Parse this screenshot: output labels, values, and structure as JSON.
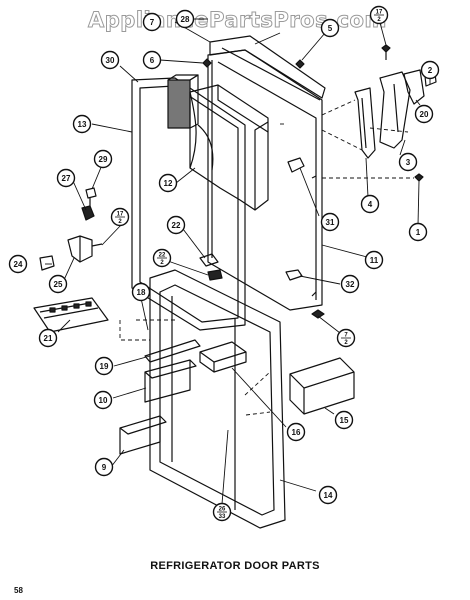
{
  "watermark": "AppliancePartsPros.com",
  "title": "REFRIGERATOR DOOR PARTS",
  "page_number": "58",
  "callouts": [
    {
      "id": "c28",
      "label": "28"
    },
    {
      "id": "c7",
      "label": "7"
    },
    {
      "id": "c5",
      "label": "5"
    },
    {
      "id": "c17a",
      "label": "17 2"
    },
    {
      "id": "c30",
      "label": "30"
    },
    {
      "id": "c6",
      "label": "6"
    },
    {
      "id": "c2",
      "label": "2"
    },
    {
      "id": "c20",
      "label": "20"
    },
    {
      "id": "c13",
      "label": "13"
    },
    {
      "id": "c3",
      "label": "3"
    },
    {
      "id": "c29",
      "label": "29"
    },
    {
      "id": "c27",
      "label": "27"
    },
    {
      "id": "c12",
      "label": "12"
    },
    {
      "id": "c4",
      "label": "4"
    },
    {
      "id": "c17b",
      "label": "17 2"
    },
    {
      "id": "c31",
      "label": "31"
    },
    {
      "id": "c1",
      "label": "1"
    },
    {
      "id": "c22",
      "label": "22"
    },
    {
      "id": "c222",
      "label": "22 2"
    },
    {
      "id": "c24",
      "label": "24"
    },
    {
      "id": "c11",
      "label": "11"
    },
    {
      "id": "c25",
      "label": "25"
    },
    {
      "id": "c32",
      "label": "32"
    },
    {
      "id": "c18",
      "label": "18"
    },
    {
      "id": "c72",
      "label": "7 2"
    },
    {
      "id": "c21",
      "label": "21"
    },
    {
      "id": "c19",
      "label": "19"
    },
    {
      "id": "c10",
      "label": "10"
    },
    {
      "id": "c16",
      "label": "16"
    },
    {
      "id": "c15",
      "label": "15"
    },
    {
      "id": "c9",
      "label": "9"
    },
    {
      "id": "c14",
      "label": "14"
    },
    {
      "id": "c26",
      "label": "26 33"
    }
  ]
}
